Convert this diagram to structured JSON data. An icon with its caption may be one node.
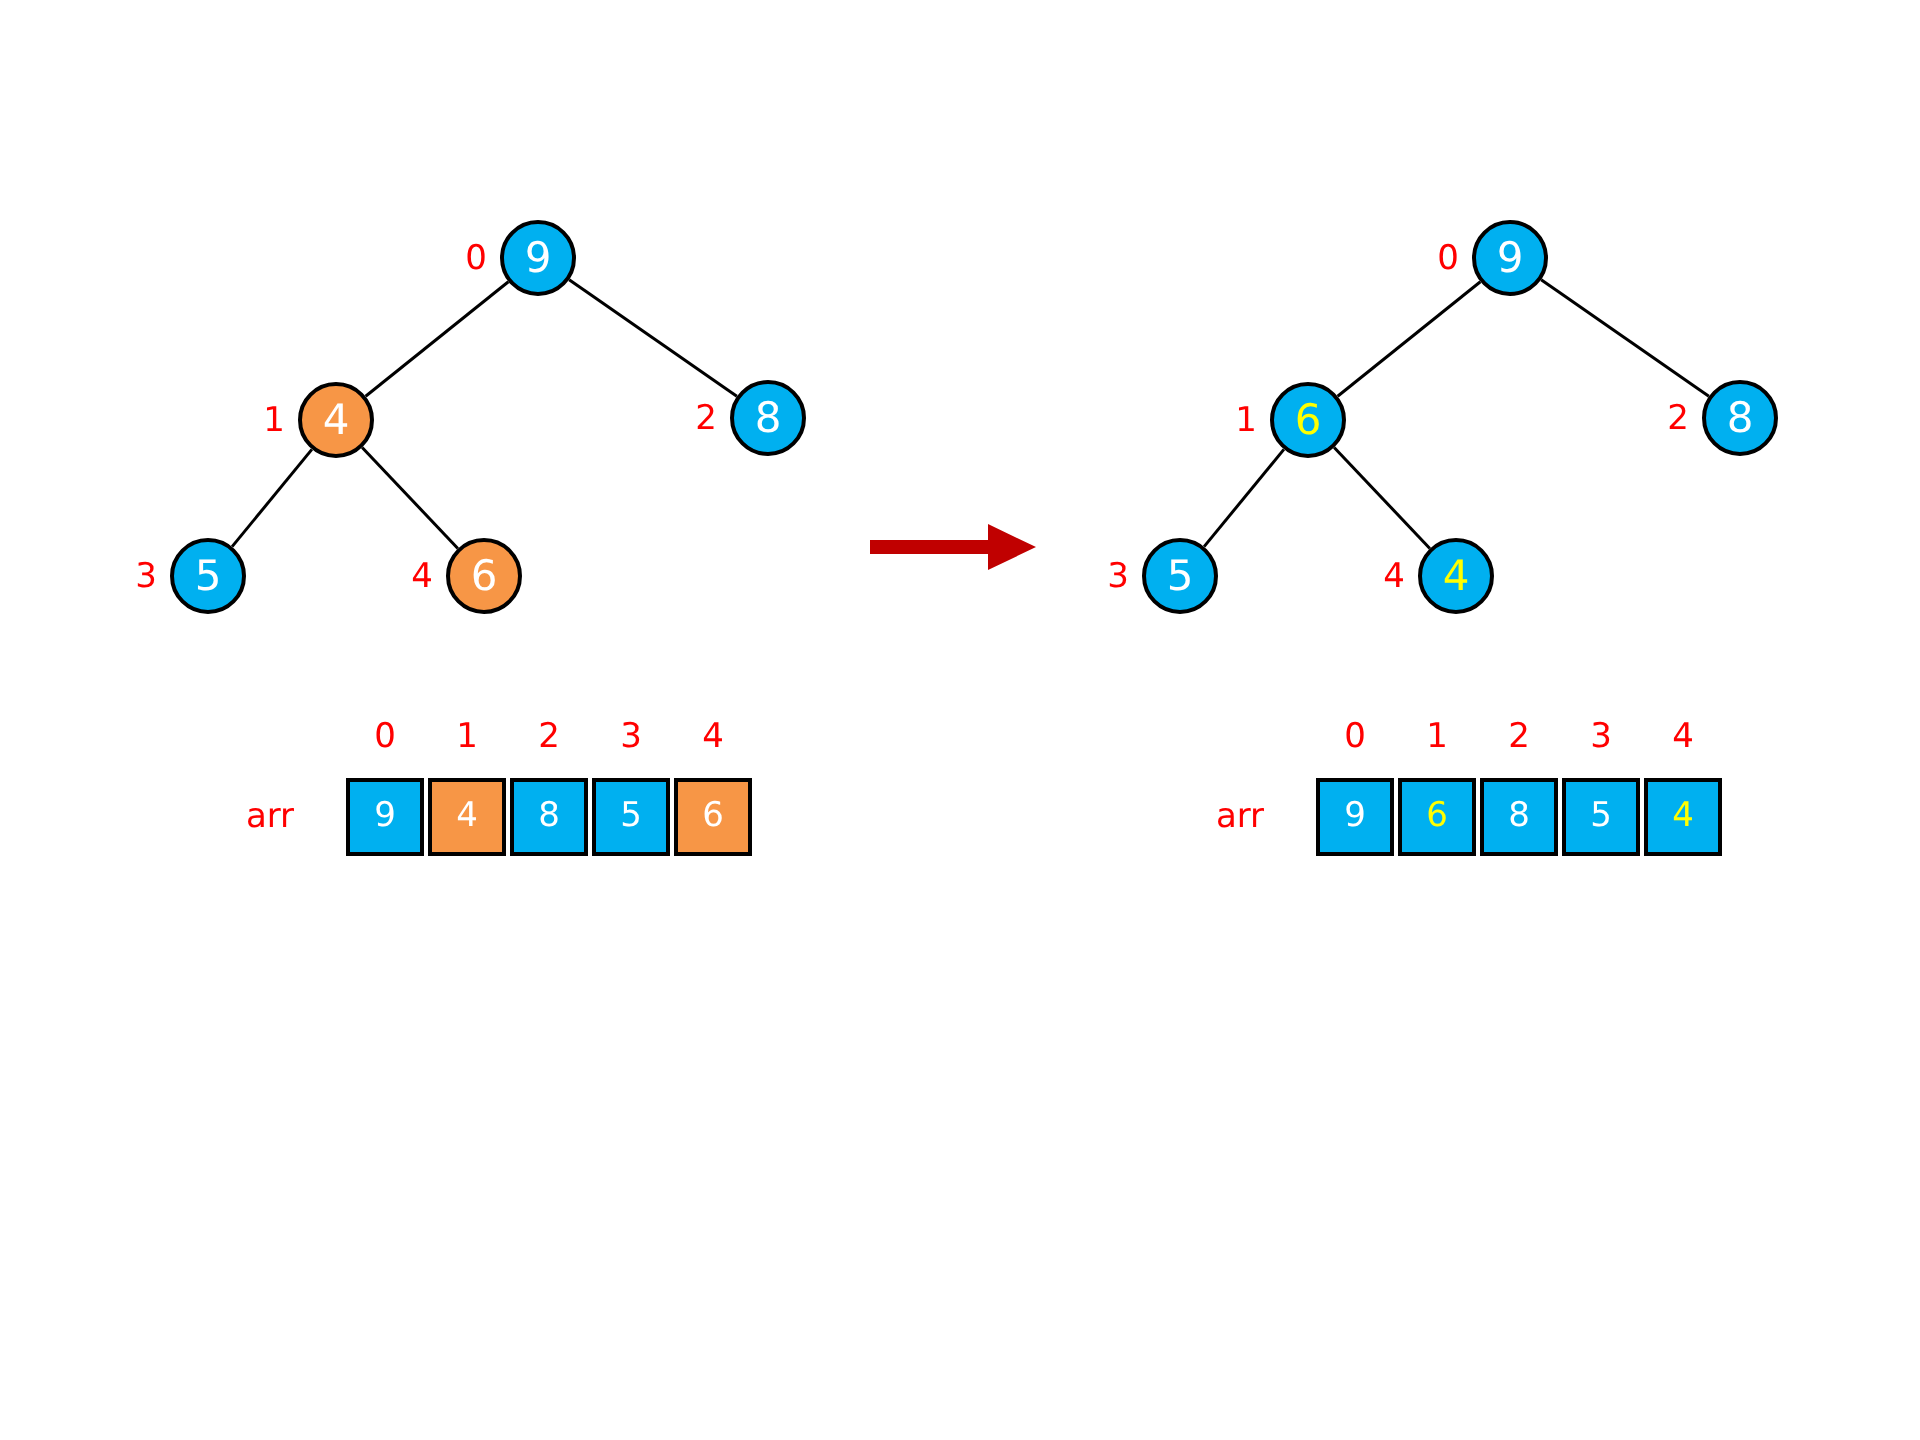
{
  "diagram": {
    "nodes": [
      {
        "text": [
          "9"
        ],
        "beside": [
          "0"
        ]
      },
      {
        "text": [
          "4"
        ],
        "beside": [
          "1"
        ]
      },
      {
        "text": [
          "8"
        ],
        "beside": [
          "2"
        ]
      },
      {
        "text": [
          "5"
        ],
        "beside": [
          "3"
        ]
      },
      {
        "text": [
          "6"
        ],
        "beside": [
          "4"
        ]
      },
      {
        "text": [
          "9"
        ]
      },
      {
        "text": [
          "4"
        ]
      },
      {
        "text": [
          "8"
        ]
      },
      {
        "text": [
          "5"
        ]
      },
      {
        "text": [
          "6"
        ]
      },
      {
        "text": [
          "9"
        ],
        "beside": [
          "0"
        ]
      },
      {
        "text": [
          "6"
        ],
        "beside": [
          "1"
        ]
      },
      {
        "text": [
          "8"
        ],
        "beside": [
          "2"
        ]
      },
      {
        "text": [
          "5"
        ],
        "beside": [
          "3"
        ]
      },
      {
        "text": [
          "4"
        ],
        "beside": [
          "4"
        ]
      },
      {
        "text": [
          "9"
        ]
      },
      {
        "text": [
          "6"
        ]
      },
      {
        "text": [
          "8"
        ]
      },
      {
        "text": [
          "5"
        ]
      },
      {
        "text": [
          "4"
        ]
      }
    ],
    "edges": [
      {
        "from": 0,
        "to": 1,
        "arrow": "none"
      },
      {
        "from": 0,
        "to": 2,
        "arrow": "none"
      },
      {
        "from": 1,
        "to": 3,
        "arrow": "none"
      },
      {
        "from": 1,
        "to": 4,
        "arrow": "none"
      },
      {
        "from": 10,
        "to": 11,
        "arrow": "none"
      },
      {
        "from": 10,
        "to": 12,
        "arrow": "none"
      },
      {
        "from": 11,
        "to": 13,
        "arrow": "none"
      },
      {
        "from": 11,
        "to": 14,
        "arrow": "none"
      }
    ],
    "labels": [
      "0",
      "1",
      "2",
      "3",
      "4",
      "arr",
      "0",
      "1",
      "2",
      "3",
      "4",
      "arr"
    ]
  }
}
